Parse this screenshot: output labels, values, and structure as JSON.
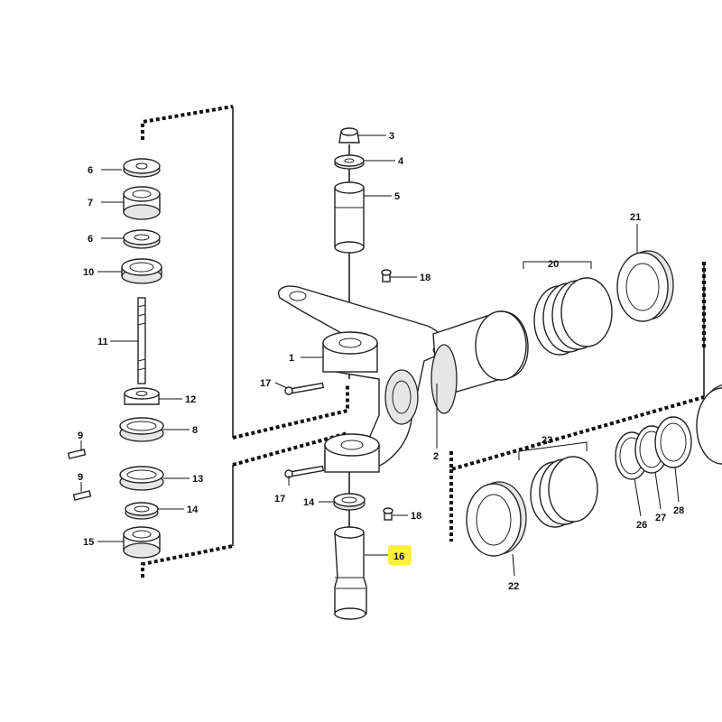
{
  "callouts": {
    "c1": "1",
    "c2": "2",
    "c3": "3",
    "c4": "4",
    "c5": "5",
    "c6a": "6",
    "c6b": "6",
    "c7": "7",
    "c8": "8",
    "c9a": "9",
    "c9b": "9",
    "c10": "10",
    "c11": "11",
    "c12": "12",
    "c13": "13",
    "c14a": "14",
    "c14b": "14",
    "c15": "15",
    "c16": "16",
    "c17a": "17",
    "c17b": "17",
    "c18a": "18",
    "c18b": "18",
    "c20": "20",
    "c21": "21",
    "c22": "22",
    "c23": "23",
    "c26": "26",
    "c27": "27",
    "c28": "28"
  },
  "highlight_color": "#ffef3a"
}
